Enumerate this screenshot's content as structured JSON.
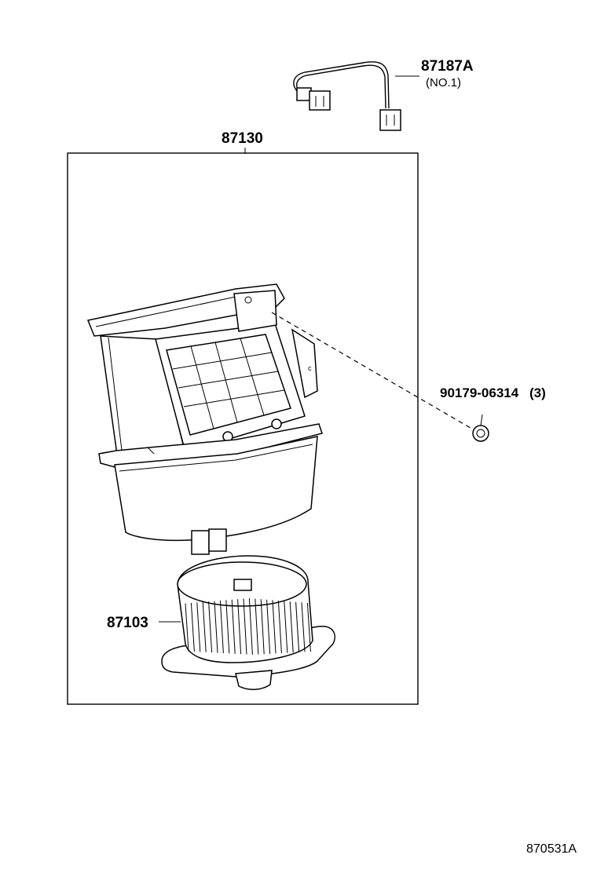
{
  "callouts": {
    "harness_part": "87187A",
    "harness_note": "(NO.1)",
    "assembly_part": "87130",
    "screw_part": "90179-06314",
    "screw_qty": "(3)",
    "fan_part": "87103"
  },
  "figure_code": "870531A"
}
